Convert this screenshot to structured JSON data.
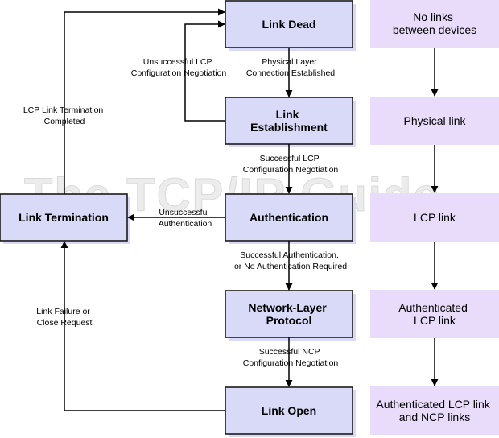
{
  "watermark": "The TCP/IP Guide",
  "phases": {
    "link_dead": [
      "Link Dead"
    ],
    "link_establishment": [
      "Link",
      "Establishment"
    ],
    "authentication": [
      "Authentication"
    ],
    "network_layer_protocol": [
      "Network-Layer",
      "Protocol"
    ],
    "link_open": [
      "Link Open"
    ],
    "link_termination": [
      "Link Termination"
    ]
  },
  "states": {
    "no_links": [
      "No links",
      "between devices"
    ],
    "physical_link": [
      "Physical link"
    ],
    "lcp_link": [
      "LCP link"
    ],
    "authenticated_lcp_link": [
      "Authenticated",
      "LCP link"
    ],
    "authenticated_lcp_ncp": [
      "Authenticated LCP link",
      "and NCP links"
    ]
  },
  "transitions": {
    "physical_layer_established": [
      "Physical Layer",
      "Connection Established"
    ],
    "successful_lcp": [
      "Successful LCP",
      "Configuration Negotiation"
    ],
    "successful_auth": [
      "Successful Authentication,",
      "or No Authentication Required"
    ],
    "successful_ncp": [
      "Successful NCP",
      "Configuration Negotiation"
    ],
    "unsuccessful_lcp": [
      "Unsuccessful LCP",
      "Configuration Negotiation"
    ],
    "unsuccessful_auth": [
      "Unsuccessful",
      "Authentication"
    ],
    "lcp_termination_completed": [
      "LCP Link Termination",
      "Completed"
    ],
    "link_failure": [
      "Link Failure or",
      "Close Request"
    ]
  }
}
